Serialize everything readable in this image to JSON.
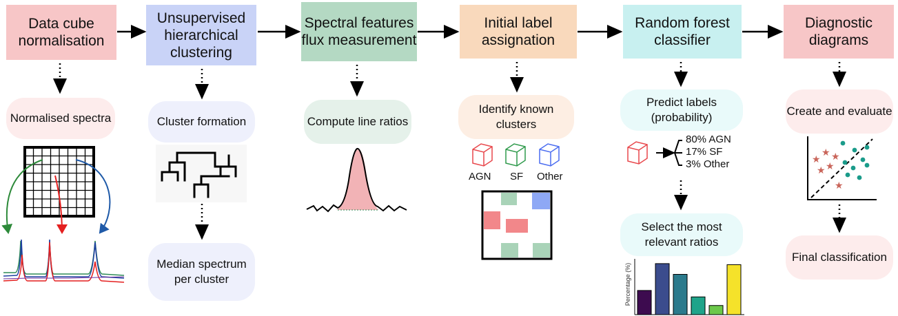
{
  "steps": [
    {
      "label": "Data cube normalisation",
      "color": "#f7c6c7"
    },
    {
      "label": "Unsupervised hierarchical clustering",
      "color": "#c9d3f7"
    },
    {
      "label": "Spectral features flux measurement",
      "color": "#b4d9c3"
    },
    {
      "label": "Initial label assignation",
      "color": "#f9d9bc"
    },
    {
      "label": "Random forest classifier",
      "color": "#c8f0f0"
    },
    {
      "label": "Diagnostic diagrams",
      "color": "#f7c6c7"
    }
  ],
  "substeps": {
    "normalised": "Normalised spectra",
    "cluster_formation": "Cluster formation",
    "median_spectrum": "Median spectrum per cluster",
    "line_ratios": "Compute line ratios",
    "identify_clusters": "Identify known clusters",
    "predict_labels": "Predict labels (probability)",
    "select_ratios": "Select the most relevant ratios",
    "create_evaluate": "Create and evaluate",
    "final_classification": "Final classification"
  },
  "cube_labels": [
    "AGN",
    "SF",
    "Other"
  ],
  "cube_colors": {
    "agn": "#e8474b",
    "sf": "#2f9a4c",
    "other": "#4a6cf0"
  },
  "prediction": [
    "80% AGN",
    "17% SF",
    "3% Other"
  ],
  "importance_chart": {
    "ylabel": "Percentage (%)",
    "values": [
      0.45,
      0.95,
      0.75,
      0.33,
      0.17,
      0.93
    ],
    "colors": [
      "#3d0b4f",
      "#3b4c8d",
      "#2b7a8c",
      "#1fa48a",
      "#6cc84a",
      "#f5e22a"
    ]
  }
}
